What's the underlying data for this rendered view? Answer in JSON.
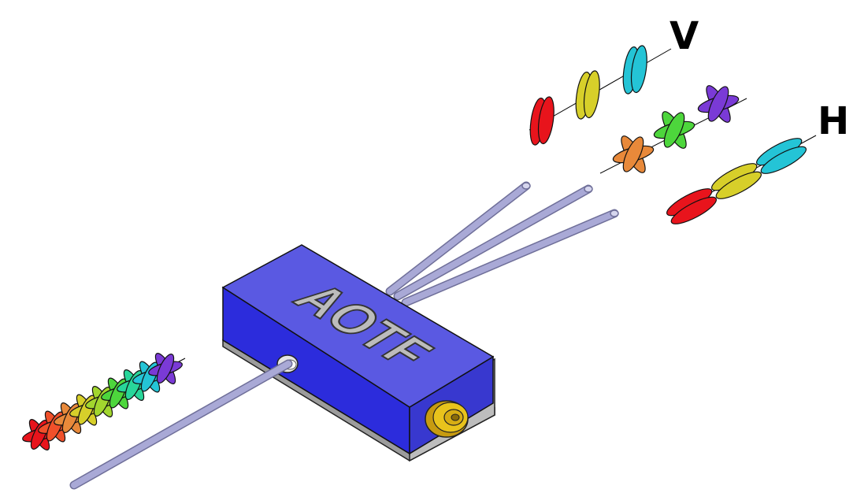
{
  "device": {
    "label": "AOTF"
  },
  "outputs": {
    "vertical_label": "V",
    "horizontal_label": "H"
  },
  "colors": {
    "body_top": "#5a59e2",
    "body_front": "#2c2cdc",
    "body_right": "#3a3ad6",
    "base": "#b9b9b9",
    "fiber": "#a4a4cc",
    "connector": "#e8c31c",
    "spectrum": [
      "#e8141c",
      "#f0502a",
      "#e8893a",
      "#d7cf2a",
      "#a2d62e",
      "#4dd63c",
      "#28d69a",
      "#24c4d6",
      "#7a3ad6"
    ]
  }
}
